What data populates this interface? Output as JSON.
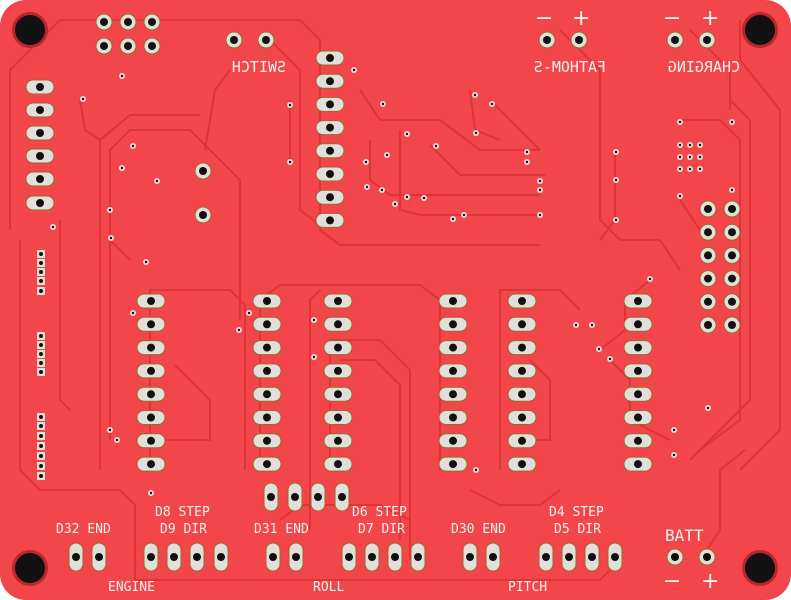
{
  "board": {
    "colors": {
      "substrate": "#f2464a",
      "trace": "#dd3438",
      "pad": "#e2dfdb",
      "hole": "#111111"
    }
  },
  "labels": {
    "switch": "SWITCH",
    "fathom": "FATHOM-S",
    "charging": "CHARGING",
    "fathom_minus": "−",
    "fathom_plus": "+",
    "charging_minus": "−",
    "charging_plus": "+",
    "d32_end": "D32 END",
    "d8_step": "D8 STEP",
    "d9_dir": "D9 DIR",
    "d31_end": "D31 END",
    "d6_step": "D6 STEP",
    "d7_dir": "D7 DIR",
    "d30_end": "D30 END",
    "d4_step": "D4 STEP",
    "d5_dir": "D5 DIR",
    "batt": "BATT",
    "batt_minus": "−",
    "batt_plus": "+",
    "engine": "ENGINE",
    "roll": "ROLL",
    "pitch": "PITCH"
  }
}
